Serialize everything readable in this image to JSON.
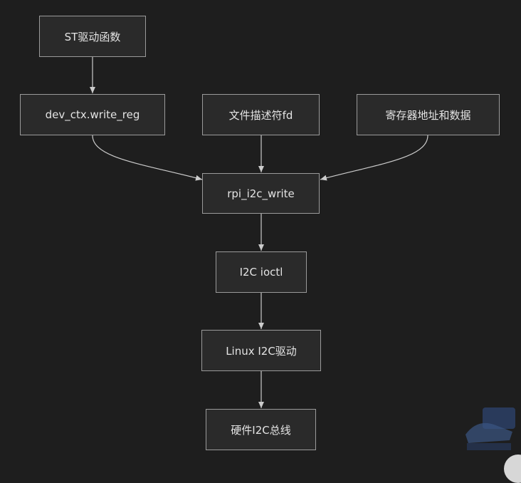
{
  "nodes": [
    {
      "id": "st_driver",
      "label": "ST驱动函数"
    },
    {
      "id": "dev_ctx",
      "label": "dev_ctx.write_reg"
    },
    {
      "id": "fd",
      "label": "文件描述符fd"
    },
    {
      "id": "reg_data",
      "label": "寄存器地址和数据"
    },
    {
      "id": "rpi_write",
      "label": "rpi_i2c_write"
    },
    {
      "id": "ioctl",
      "label": "I2C ioctl"
    },
    {
      "id": "linux_drv",
      "label": "Linux I2C驱动"
    },
    {
      "id": "hw_bus",
      "label": "硬件I2C总线"
    }
  ],
  "edges": [
    {
      "from": "st_driver",
      "to": "dev_ctx"
    },
    {
      "from": "dev_ctx",
      "to": "rpi_write"
    },
    {
      "from": "fd",
      "to": "rpi_write"
    },
    {
      "from": "reg_data",
      "to": "rpi_write"
    },
    {
      "from": "rpi_write",
      "to": "ioctl"
    },
    {
      "from": "ioctl",
      "to": "linux_drv"
    },
    {
      "from": "linux_drv",
      "to": "hw_bus"
    }
  ],
  "colors": {
    "background": "#1e1e1e",
    "node_fill": "#2a2a2a",
    "node_border": "#9a9a9a",
    "edge": "#cccccc",
    "text": "#e4e4e4"
  }
}
